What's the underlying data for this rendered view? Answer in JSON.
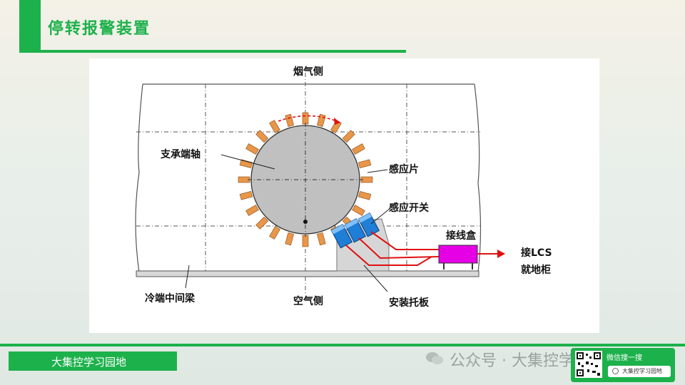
{
  "title": "停转报警装置",
  "footer": {
    "brand_text": "大集控学习园地"
  },
  "watermark": {
    "text": "公众号 · 大集控学习园地"
  },
  "qr_widget": {
    "search_top": "微信搜一搜",
    "search_text": "大集控学习园地"
  },
  "diagram": {
    "labels": {
      "flue_side": "烟气侧",
      "air_side": "空气侧",
      "bearing_shaft": "支承端轴",
      "sensing_plate": "感应片",
      "sensing_switch": "感应开关",
      "junction_box": "接线盒",
      "to_lcs_line1": "接LCS",
      "to_lcs_line2": "就地柜",
      "cold_end_beam": "冷端中间梁",
      "mounting_bracket": "安装托板"
    },
    "colors": {
      "shaft_fill": "#c0c0c0",
      "sensing_plate": "#e8964a",
      "switch": "#1f7ed6",
      "junction_box": "#e600e6",
      "wire": "#e01010"
    }
  }
}
